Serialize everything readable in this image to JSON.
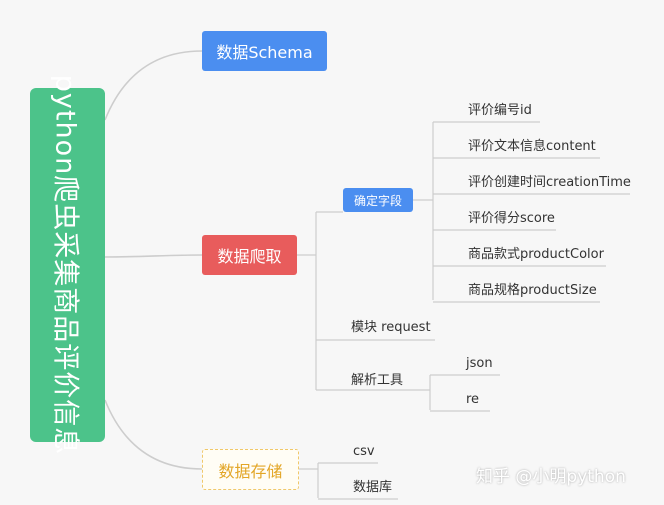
{
  "root": {
    "label": "python爬虫采集商品评价信息"
  },
  "branches": {
    "schema": "数据Schema",
    "crawl": "数据爬取",
    "store": "数据存储"
  },
  "crawl": {
    "fields": {
      "label": "确定字段",
      "items": [
        "评价编号id",
        "评价文本信息content",
        "评价创建时间creationTime",
        "评价得分score",
        "商品款式productColor",
        "商品规格productSize"
      ]
    },
    "module": "模块 request",
    "parser": {
      "label": "解析工具",
      "items": [
        "json",
        "re"
      ]
    }
  },
  "store": {
    "items": [
      "csv",
      "数据库"
    ]
  },
  "watermark": "知乎 @小明python",
  "colors": {
    "root": "#4cc38a",
    "schema": "#4b8ef0",
    "crawl": "#e85c5c",
    "store_border": "#f0c86a",
    "store_text": "#e3a627",
    "line": "#cccccc"
  }
}
